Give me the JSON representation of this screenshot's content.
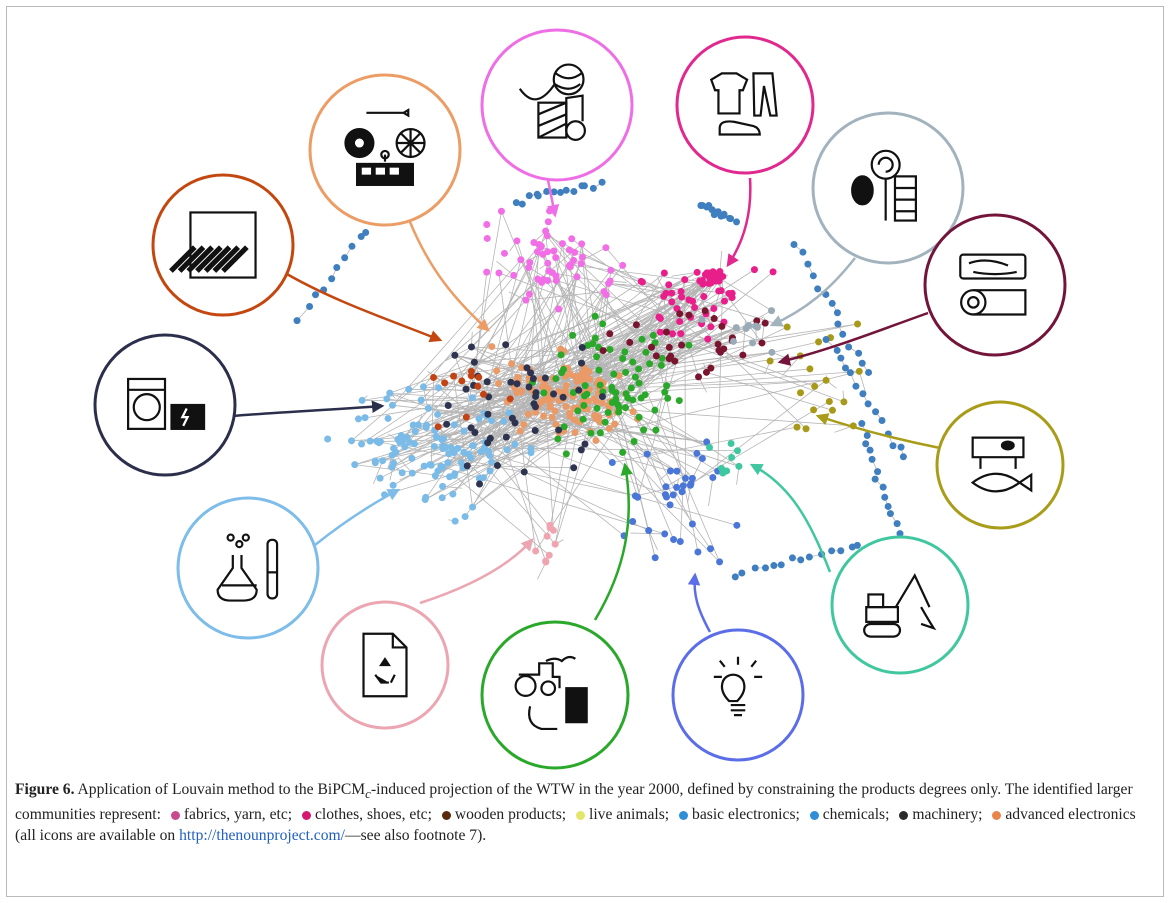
{
  "caption": {
    "label": "Figure 6.",
    "part1": "Application of Louvain method to the",
    "bipcm": "BiPCM",
    "bipcm_sub": "c",
    "part2": "-induced projection of the WTW in the year 2000, defined by constraining the products degrees only. The identified larger communities represent:",
    "communities": [
      {
        "label": "fabrics, yarn, etc;",
        "color": "#c8498f"
      },
      {
        "label": "clothes, shoes, etc;",
        "color": "#d61772"
      },
      {
        "label": "wooden products;",
        "color": "#5a2a0c"
      },
      {
        "label": "live animals;",
        "color": "#e4e66a"
      },
      {
        "label": "basic electronics;",
        "color": "#2f8ed8"
      },
      {
        "label": "chemicals;",
        "color": "#2f8ed8"
      },
      {
        "label": "machinery;",
        "color": "#2b2b2b"
      },
      {
        "label": "advanced electronics",
        "color": "#e8864a"
      }
    ],
    "part3": "(all icons are available on",
    "link": "http://thenounproject.com/",
    "part4": "—see also footnote 7)."
  },
  "communities_network": [
    {
      "name": "fabrics-yarn",
      "color": "#f26ee6"
    },
    {
      "name": "clothes-shoes",
      "color": "#e81f8a"
    },
    {
      "name": "wooden-products",
      "color": "#7a1530"
    },
    {
      "name": "live-animals",
      "color": "#a89a18"
    },
    {
      "name": "basic-electronics",
      "color": "#4a76d8"
    },
    {
      "name": "chemicals",
      "color": "#7bbbe8"
    },
    {
      "name": "machinery",
      "color": "#2e3350"
    },
    {
      "name": "advanced-electronics",
      "color": "#ea9a66"
    },
    {
      "name": "metals",
      "color": "#c44312"
    },
    {
      "name": "vehicles",
      "color": "#ea9a66"
    },
    {
      "name": "food",
      "color": "#2aa82a"
    },
    {
      "name": "recycled",
      "color": "#f0a4b0"
    },
    {
      "name": "heavy-machinery",
      "color": "#3ec7a0"
    },
    {
      "name": "sweets",
      "color": "#9aaab6"
    }
  ],
  "icons": [
    {
      "name": "yarn-fabric-icon",
      "color": "#ee6ee6"
    },
    {
      "name": "clothes-icon",
      "color": "#e0288e"
    },
    {
      "name": "vehicles-parts-icon",
      "color": "#ec9d66"
    },
    {
      "name": "candy-icon",
      "color": "#a3b3be"
    },
    {
      "name": "metal-plate-icon",
      "color": "#c3470f"
    },
    {
      "name": "wood-logs-icon",
      "color": "#73143a"
    },
    {
      "name": "appliances-battery-icon",
      "color": "#2c2f4b"
    },
    {
      "name": "cow-fish-icon",
      "color": "#a89c18"
    },
    {
      "name": "chemistry-flask-icon",
      "color": "#7ebce9"
    },
    {
      "name": "excavator-icon",
      "color": "#40c79f"
    },
    {
      "name": "recycle-document-icon",
      "color": "#eca6b2"
    },
    {
      "name": "tractor-milk-pipe-icon",
      "color": "#2aa82a"
    },
    {
      "name": "light-bulb-icon",
      "color": "#5b6ee8"
    }
  ]
}
